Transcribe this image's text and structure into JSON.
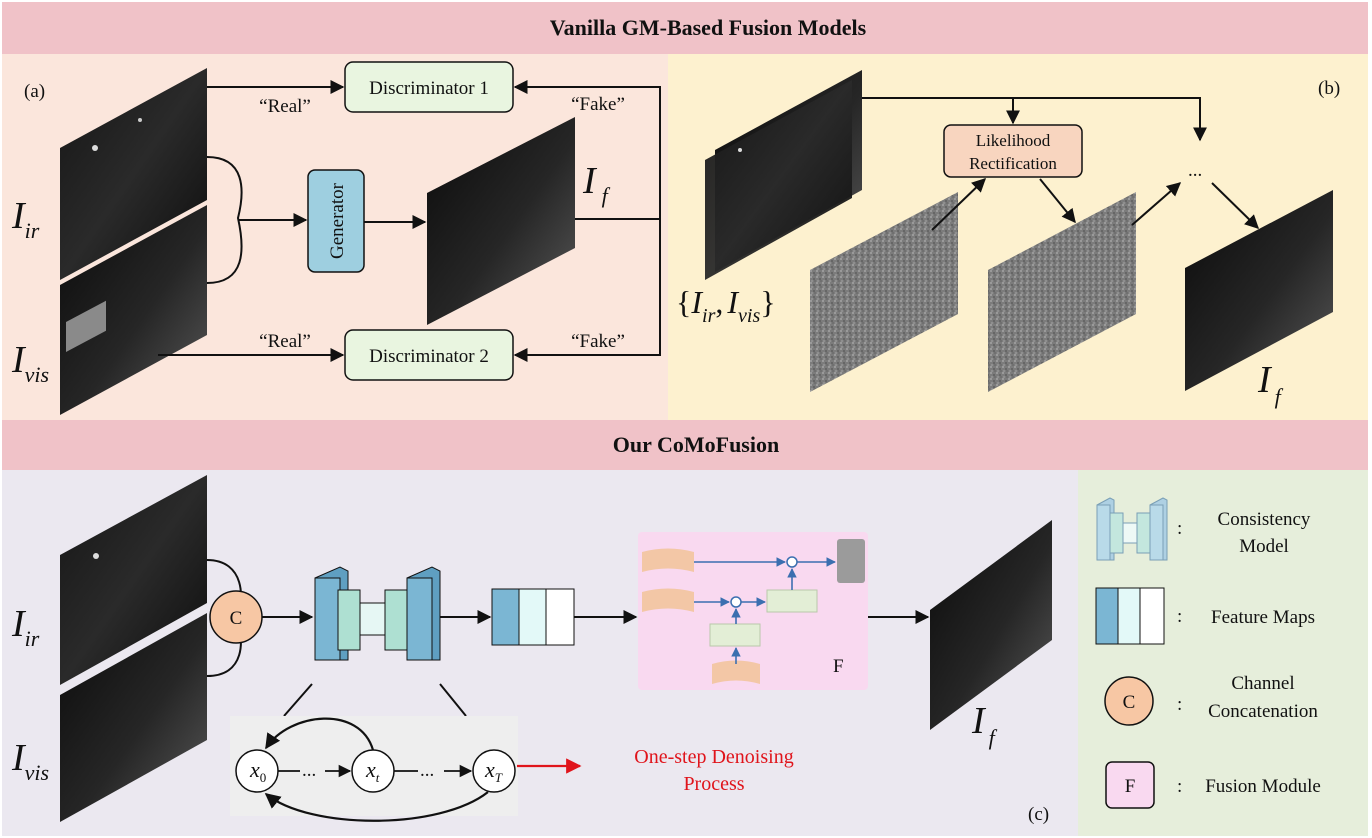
{
  "titles": {
    "top": "Vanilla GM-Based Fusion Models",
    "bottom": "Our CoMoFusion"
  },
  "panel_a": {
    "tag": "(a)",
    "disc1": "Discriminator 1",
    "disc2": "Discriminator 2",
    "generator": "Generator",
    "real_top": "“Real”",
    "real_bottom": "“Real”",
    "fake_top": "“Fake”",
    "fake_bottom": "“Fake”",
    "I": "I",
    "ir": "ir",
    "vis": "vis",
    "f": "f"
  },
  "panel_b": {
    "tag": "(b)",
    "likelihood_1": "Likelihood",
    "likelihood_2": "Rectification",
    "ellipsis": "...",
    "set_open": "{",
    "set_close": "}",
    "comma": ",",
    "I": "I",
    "ir": "ir",
    "vis": "vis",
    "f": "f"
  },
  "panel_c": {
    "tag": "(c)",
    "concat": "C",
    "fusion_label": "F",
    "x": "x",
    "sub0": "0",
    "subt": "t",
    "subT": "T",
    "dots": "...",
    "denoise_1": "One-step Denoising",
    "denoise_2": "Process",
    "I": "I",
    "ir": "ir",
    "vis": "vis",
    "f": "f"
  },
  "legend": {
    "colon": ":",
    "consistency_1": "Consistency",
    "consistency_2": "Model",
    "feature_maps": "Feature Maps",
    "channel_1": "Channel",
    "channel_2": "Concatenation",
    "C": "C",
    "F": "F",
    "fusion_module": "Fusion Module"
  },
  "colors": {
    "title_band": "#f0c2c8",
    "panel_a_bg": "#fbe6dc",
    "panel_b_bg": "#fdf1cf",
    "panel_c_bg": "#ebe8f0",
    "legend_bg": "#e6eedb",
    "disc_fill": "#e9f5e0",
    "generator_fill": "#9ecfe0",
    "likelihood_fill": "#f8d5bf",
    "concat_fill": "#f7c7a4",
    "fusion_bg": "#f9d9f0",
    "denoise_red": "#e0141b"
  }
}
